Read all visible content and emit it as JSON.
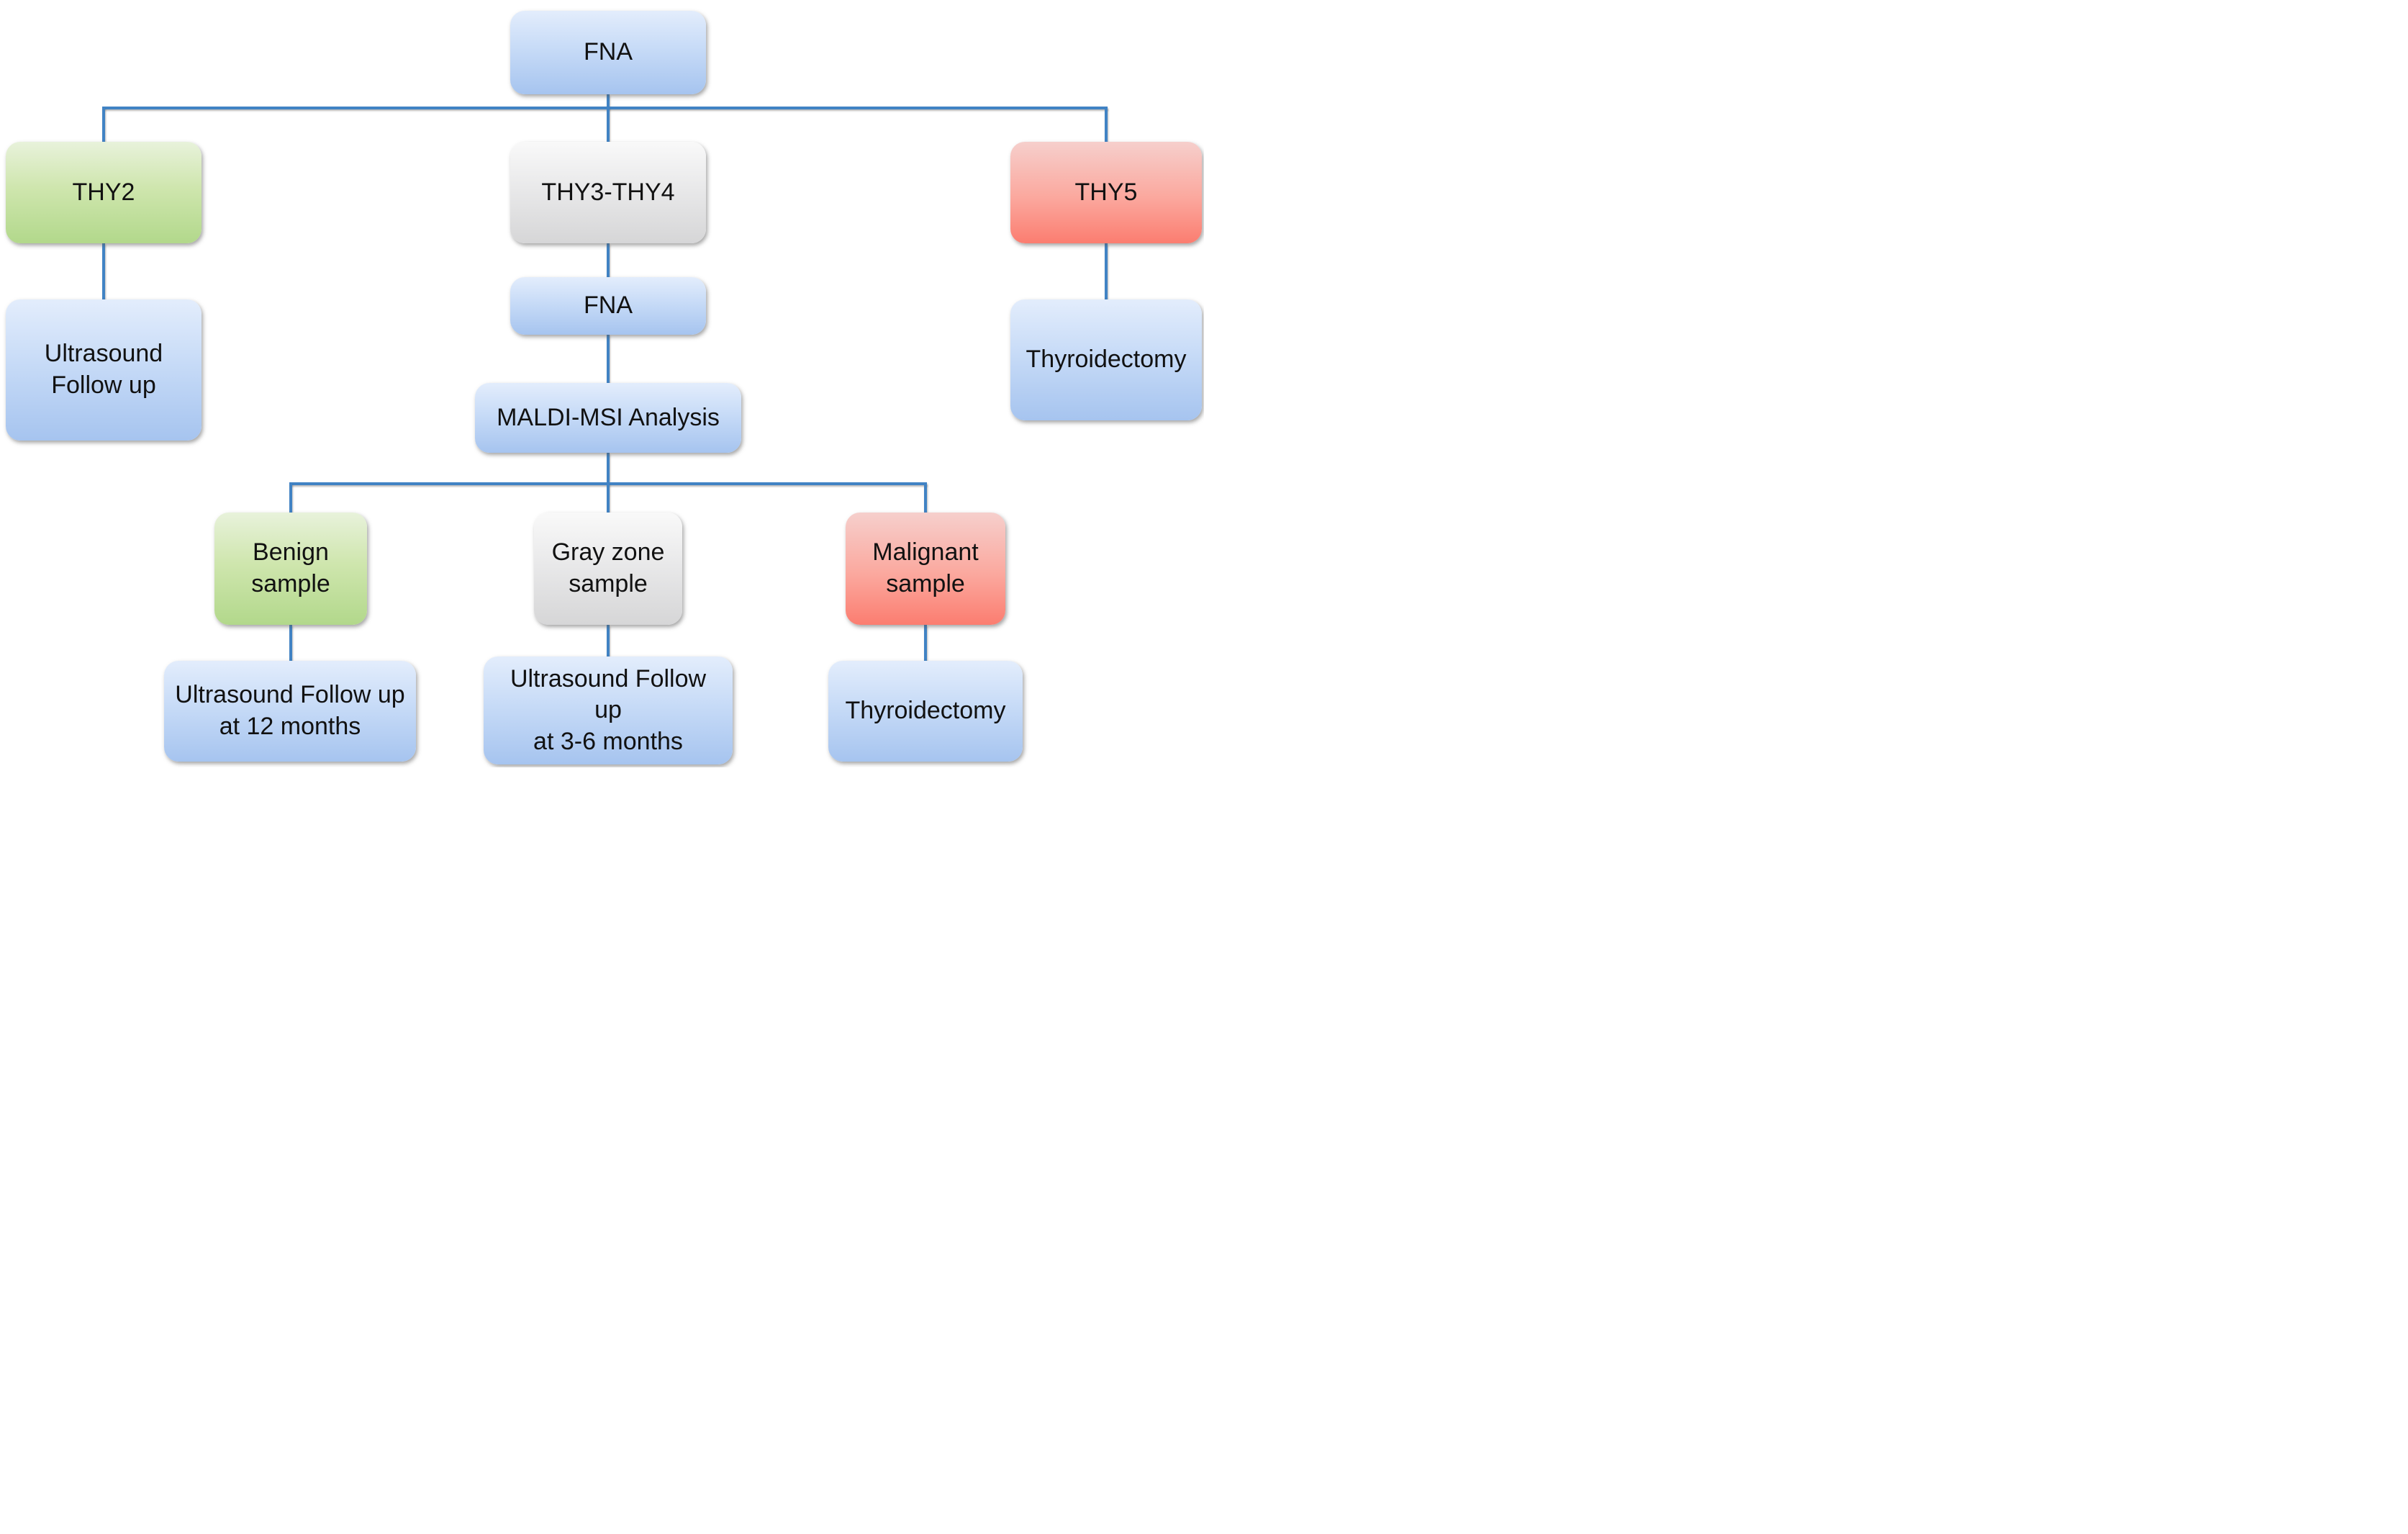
{
  "diagram": {
    "title": "Thyroid FNA / MALDI-MSI decision flowchart",
    "nodes": [
      {
        "id": "fna-top",
        "label": "FNA",
        "color": "blue"
      },
      {
        "id": "thy2",
        "label": "THY2",
        "color": "green"
      },
      {
        "id": "thy3-thy4",
        "label": "THY3-THY4",
        "color": "gray"
      },
      {
        "id": "thy5",
        "label": "THY5",
        "color": "red"
      },
      {
        "id": "ultrasound-follow-up",
        "label": "Ultrasound\nFollow up",
        "color": "blue"
      },
      {
        "id": "fna-mid",
        "label": "FNA",
        "color": "blue"
      },
      {
        "id": "maldi-msi-analysis",
        "label": "MALDI-MSI Analysis",
        "color": "blue"
      },
      {
        "id": "thyroidectomy-right",
        "label": "Thyroidectomy",
        "color": "blue"
      },
      {
        "id": "benign-sample",
        "label": "Benign\nsample",
        "color": "green"
      },
      {
        "id": "gray-zone-sample",
        "label": "Gray zone\nsample",
        "color": "gray"
      },
      {
        "id": "malignant-sample",
        "label": "Malignant\nsample",
        "color": "red"
      },
      {
        "id": "us-follow-up-12m",
        "label": "Ultrasound Follow up\nat 12 months",
        "color": "blue"
      },
      {
        "id": "us-follow-up-3-6m",
        "label": "Ultrasound Follow\nup\nat 3-6 months",
        "color": "blue"
      },
      {
        "id": "thyroidectomy-bottom",
        "label": "Thyroidectomy",
        "color": "blue"
      }
    ],
    "edges": [
      [
        "fna-top",
        "thy2"
      ],
      [
        "fna-top",
        "thy3-thy4"
      ],
      [
        "fna-top",
        "thy5"
      ],
      [
        "thy2",
        "ultrasound-follow-up"
      ],
      [
        "thy3-thy4",
        "fna-mid"
      ],
      [
        "thy5",
        "thyroidectomy-right"
      ],
      [
        "fna-mid",
        "maldi-msi-analysis"
      ],
      [
        "maldi-msi-analysis",
        "benign-sample"
      ],
      [
        "maldi-msi-analysis",
        "gray-zone-sample"
      ],
      [
        "maldi-msi-analysis",
        "malignant-sample"
      ],
      [
        "benign-sample",
        "us-follow-up-12m"
      ],
      [
        "gray-zone-sample",
        "us-follow-up-3-6m"
      ],
      [
        "malignant-sample",
        "thyroidectomy-bottom"
      ]
    ],
    "palette": {
      "blue_top": "#e3edfc",
      "blue_bottom": "#a6c4ef",
      "green_top": "#e8f2db",
      "green_bottom": "#b2d88b",
      "gray_top": "#f9f9f9",
      "gray_bottom": "#d6d6d7",
      "red_top": "#f6cfcc",
      "red_bottom": "#fb7d70",
      "connector": "#4183c4",
      "text": "#111111",
      "background": "#ffffff"
    }
  }
}
